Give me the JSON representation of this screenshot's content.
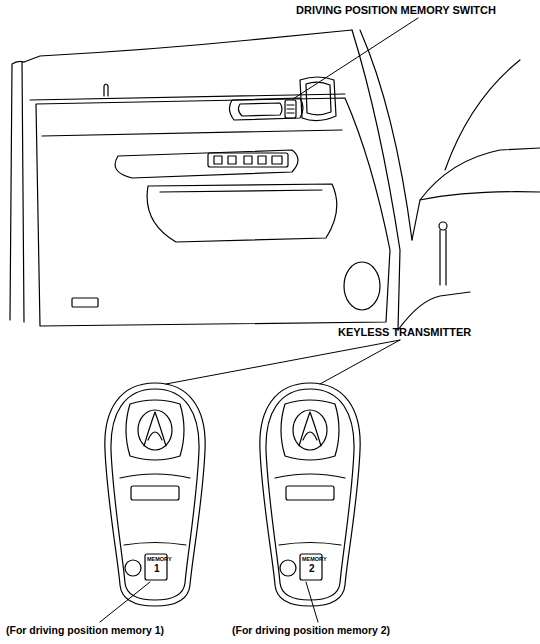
{
  "diagram": {
    "labels": [
      "DRIVING POSITION MEMORY SWITCH",
      "KEYLESS TRANSMITTER",
      "MEMORY",
      "1",
      "MEMORY",
      "2",
      "(For driving position memory 1)",
      "(For driving position memory 2)"
    ]
  }
}
